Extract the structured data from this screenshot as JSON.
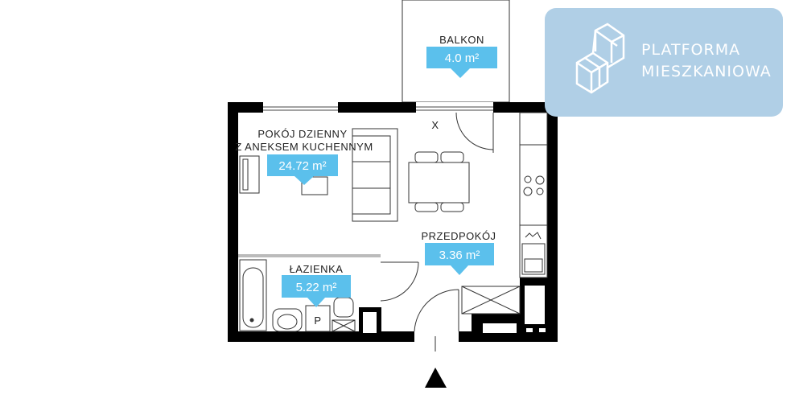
{
  "rooms": [
    {
      "name": "BALKON",
      "area": "4.0 m²"
    },
    {
      "name_line1": "POKÓJ DZIENNY",
      "name_line2": "Z ANEKSEM KUCHENNYM",
      "area": "24.72 m²"
    },
    {
      "name": "PRZEDPOKÓJ",
      "area": "3.36 m²"
    },
    {
      "name": "ŁAZIENKA",
      "area": "5.22 m²"
    }
  ],
  "markers": {
    "window_mark": "X",
    "bath_socket": "P"
  },
  "logo": {
    "line1": "PLATFORMA",
    "line2": "MIESZKANIOWA"
  },
  "colors": {
    "label_bg": "#5bc0ec",
    "logo_bg": "#b0cfe6",
    "wall": "#000000"
  }
}
